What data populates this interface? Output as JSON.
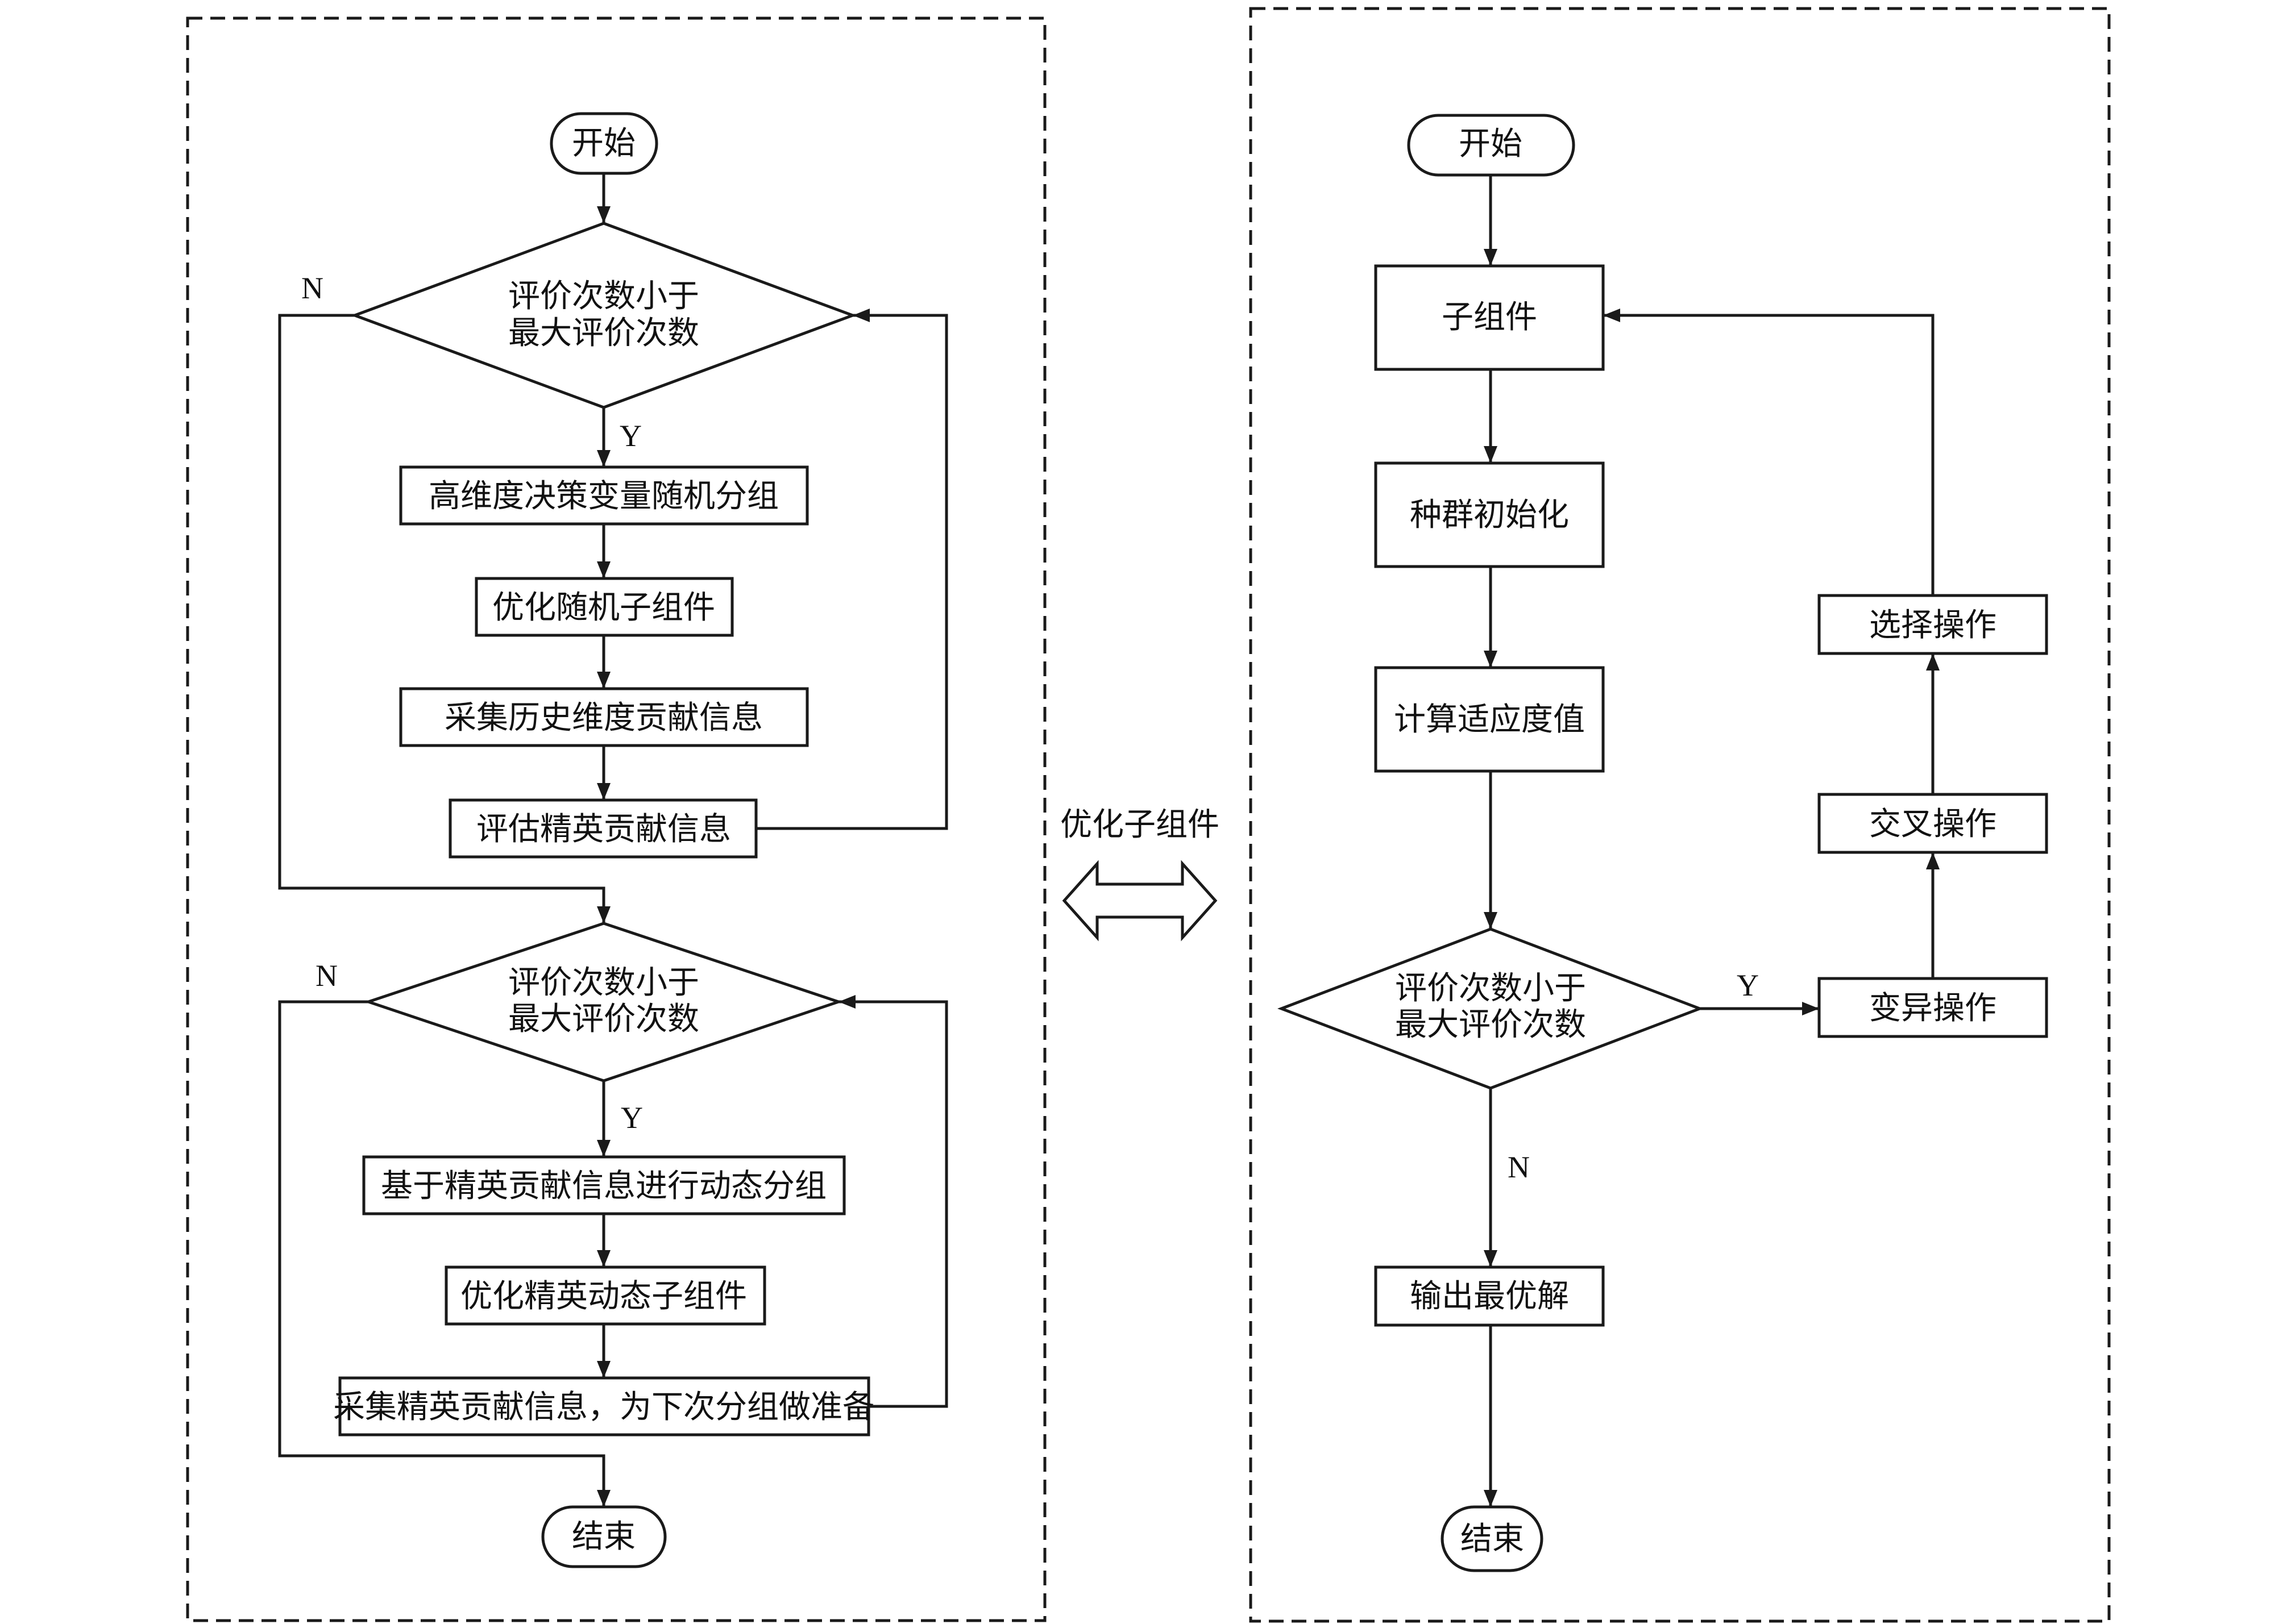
{
  "left_panel": {
    "start": "开始",
    "loop1": {
      "condition": [
        "评价次数小于",
        "最大评价次数"
      ],
      "steps": [
        "高维度决策变量随机分组",
        "优化随机子组件",
        "采集历史维度贡献信息",
        "评估精英贡献信息"
      ],
      "yes": "Y",
      "no": "N"
    },
    "loop2": {
      "condition": [
        "评价次数小于",
        "最大评价次数"
      ],
      "steps": [
        "基于精英贡献信息进行动态分组",
        "优化精英动态子组件",
        "采集精英贡献信息，为下次分组做准备"
      ],
      "yes": "Y",
      "no": "N"
    },
    "end": "结束"
  },
  "connector": {
    "label": "优化子组件"
  },
  "right_panel": {
    "start": "开始",
    "subcomponent": "子组件",
    "init": "种群初始化",
    "fitness": "计算适应度值",
    "condition": [
      "评价次数小于",
      "最大评价次数"
    ],
    "yes": "Y",
    "no": "N",
    "mutation": "变异操作",
    "crossover": "交叉操作",
    "selection": "选择操作",
    "output": "输出最优解",
    "end": "结束"
  }
}
